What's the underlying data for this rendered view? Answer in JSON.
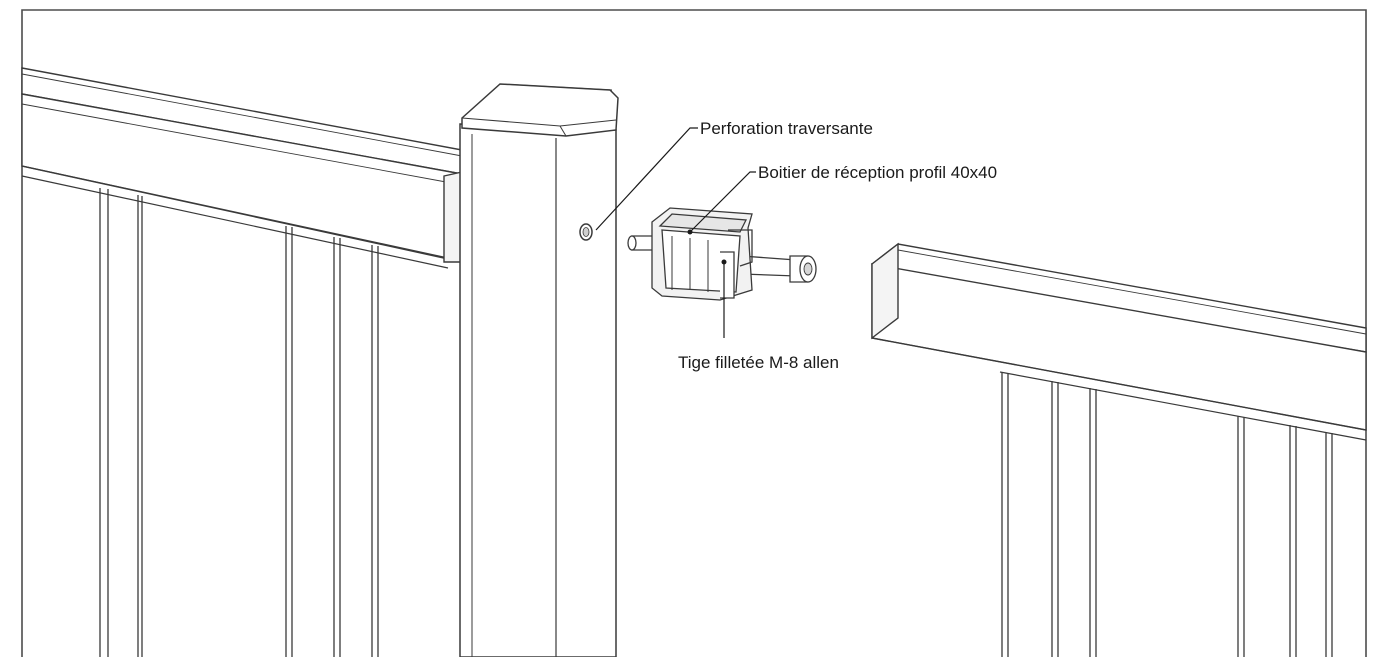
{
  "callouts": {
    "perforation": "Perforation traversante",
    "boitier": "Boitier de réception profil 40x40",
    "tige": "Tige filletée M-8 allen"
  },
  "colors": {
    "line": "#3a3a3a",
    "frame": "#4d4d4d",
    "background": "#ffffff",
    "part_fill": "#ececec"
  }
}
